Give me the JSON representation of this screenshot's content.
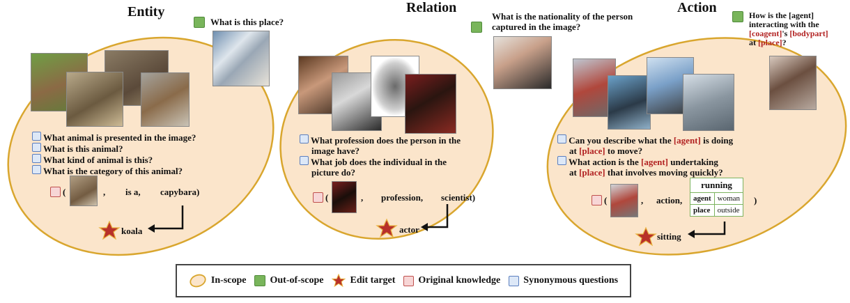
{
  "panels": {
    "entity": {
      "title": "Entity",
      "out_scope_question": "What is this place?",
      "questions": [
        "What animal is presented in the image?",
        "What is this animal?",
        "What kind of animal is this?",
        "What is the category of this animal?"
      ],
      "triple": {
        "relation": "is a,",
        "object": "capybara)"
      },
      "edit_target": "koala"
    },
    "relation": {
      "title": "Relation",
      "out_scope_question_l1": "What is the nationality of the person",
      "out_scope_question_l2": "captured in the image?",
      "questions": [
        {
          "l1": "What profession does the person in the",
          "l2": "image have?"
        },
        {
          "l1": "What job does the individual in the",
          "l2": "picture do?"
        }
      ],
      "triple": {
        "relation": "profession,",
        "object": "scientist)"
      },
      "edit_target": "actor"
    },
    "action": {
      "title": "Action",
      "out_scope": {
        "l1": "How is the [agent]",
        "l2": "interacting with the",
        "coagent": "[coagent]",
        "apos": "'s",
        "bodypart": "[bodypart]",
        "at": "at",
        "place": "[place]",
        "q": "?"
      },
      "q1": {
        "a": "Can you describe what the",
        "agent": "[agent]",
        "b": "is  doing",
        "c": "at",
        "place": "[place]",
        "d": "to move?"
      },
      "q2": {
        "a": "What action is the",
        "agent": "[agent]",
        "b": "undertaking",
        "c": "at",
        "place": "[place]",
        "d": "that involves moving quickly?"
      },
      "triple": {
        "relation": "action,",
        "close": ")"
      },
      "frame": {
        "verb": "running",
        "rows": [
          [
            "agent",
            "woman"
          ],
          [
            "place",
            "outside"
          ]
        ]
      },
      "edit_target": "sitting"
    }
  },
  "paren_open": "(",
  "comma": ",",
  "legend": {
    "in_scope": "In-scope",
    "out_scope": "Out-of-scope",
    "edit_target": "Edit target",
    "original": "Original knowledge",
    "synonymous": "Synonymous questions"
  },
  "colors": {
    "ellipse_fill": "#fbe5cb",
    "ellipse_stroke": "#d9a62e",
    "star_fill": "#b8302a",
    "star_stroke": "#e8b340"
  }
}
